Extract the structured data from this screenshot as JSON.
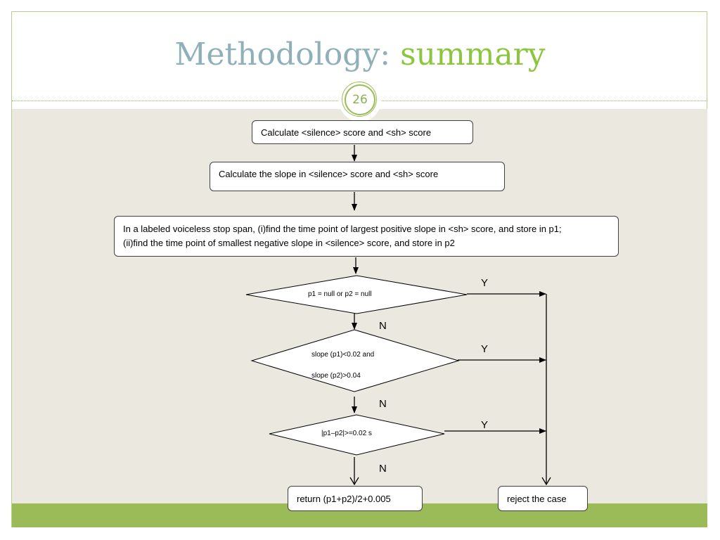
{
  "slide": {
    "title_main": "Methodology: ",
    "title_accent": "summary",
    "page_number": "26"
  },
  "flowchart": {
    "step1": "Calculate <silence> score and <sh> score",
    "step2": "Calculate the slope in <silence> score and <sh> score",
    "step3_line1": "In a labeled voiceless stop span, (i)find the time point of largest positive slope in <sh> score, and store in p1;",
    "step3_line2": "(ii)find the time point of smallest negative slope in <silence> score, and store in p2",
    "decision1": "p1 = null or p2 = null",
    "decision2_line1": "slope (p1)<0.02 and",
    "decision2_line2": "slope (p2)>0.04",
    "decision3": "|p1–p2|>=0.02 s",
    "result_accept": "return (p1+p2)/2+0.005",
    "result_reject": "reject the case",
    "yes_label": "Y",
    "no_label": "N"
  },
  "colors": {
    "title_main": "#8fb0b8",
    "title_accent": "#8cc63f",
    "content_background": "#ebe9df",
    "bottom_bar": "#9bbb59"
  }
}
